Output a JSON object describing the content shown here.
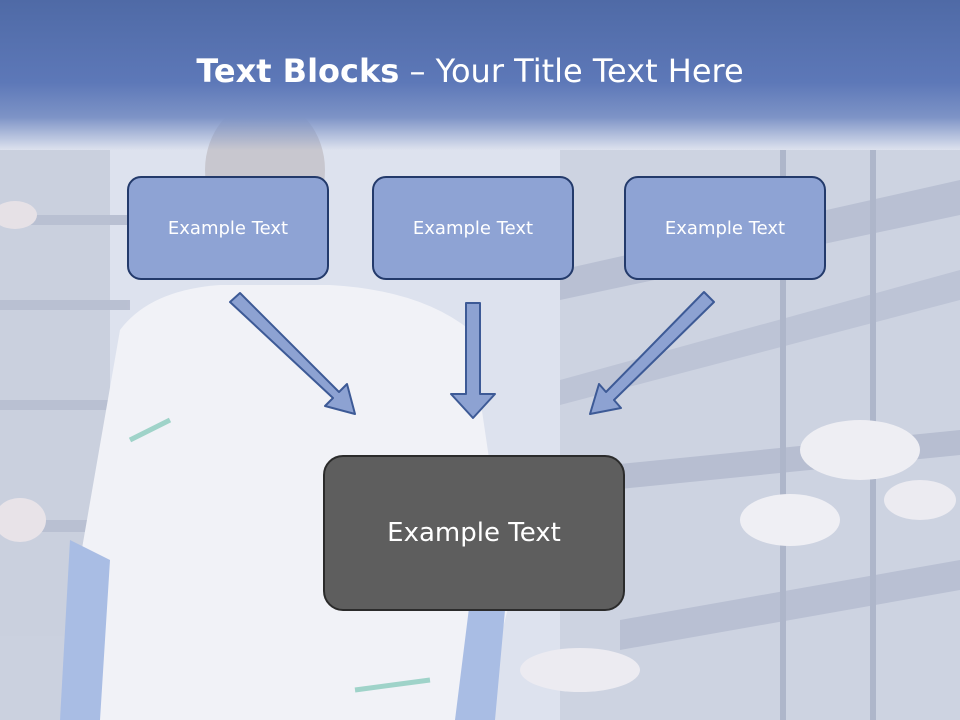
{
  "slide": {
    "title_bold": "Text Blocks",
    "title_dash": " – ",
    "title_rest": "Your Title Text Here"
  },
  "boxes": {
    "left": "Example Text",
    "center": "Example Text",
    "right": "Example Text",
    "main": "Example Text"
  },
  "colors": {
    "title_band": "#5d78b8",
    "small_box_fill": "#8ea3d4",
    "small_box_border": "#233a6b",
    "main_box_fill": "#5e5e5e",
    "arrow_fill": "#8da2d2"
  }
}
